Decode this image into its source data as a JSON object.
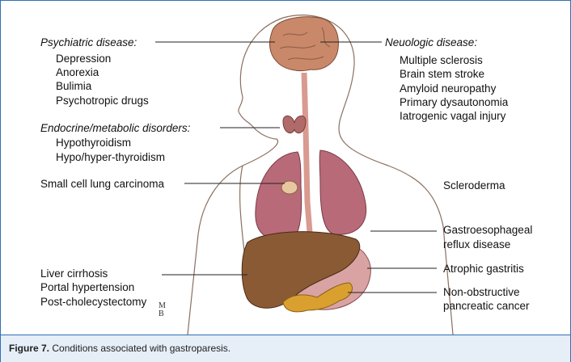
{
  "left_labels": {
    "psychiatric": {
      "heading": "Psychiatric disease:",
      "items": [
        "Depression",
        "Anorexia",
        "Bulimia",
        "Psychotropic drugs"
      ]
    },
    "endocrine": {
      "heading": "Endocrine/metabolic disorders:",
      "items": [
        "Hypothyroidism",
        "Hypo/hyper-thyroidism"
      ]
    },
    "lung": "Small cell lung carcinoma",
    "liver": [
      "Liver cirrhosis",
      "Portal hypertension",
      "Post-cholecystectomy"
    ]
  },
  "right_labels": {
    "neurologic": {
      "heading": "Neuologic disease:",
      "items": [
        "Multiple sclerosis",
        "Brain stem stroke",
        "Amyloid neuropathy",
        "Primary dysautonomia",
        "Iatrogenic vagal injury"
      ]
    },
    "scleroderma": "Scleroderma",
    "gerd": [
      "Gastroesophageal",
      "reflux disease"
    ],
    "atrophic": "Atrophic gastritis",
    "pancreatic": [
      "Non-obstructive",
      "pancreatic cancer"
    ]
  },
  "signature": [
    "M",
    "B"
  ],
  "caption": {
    "label": "Figure 7.",
    "text": " Conditions associated with gastroparesis."
  },
  "colors": {
    "frame": "#2f6fb5",
    "caption_bg": "#e6eef7",
    "brain": "#c9886a",
    "lung": "#b96a78",
    "liver": "#8a5a35",
    "stomach": "#d9a3a3",
    "pancreas": "#d9a030",
    "thyroid": "#b06a6a",
    "outline": "#8a7060"
  }
}
